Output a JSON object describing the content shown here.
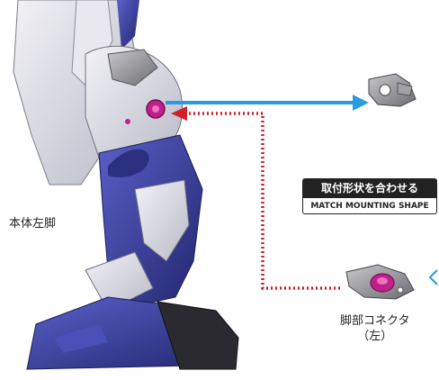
{
  "labels": {
    "body_left_leg": "本体左脚",
    "connector_line1": "脚部コネクタ",
    "connector_line2": "（左）"
  },
  "banner": {
    "title_jp": "取付形状を合わせる",
    "title_en": "MATCH MOUNTING SHAPE"
  },
  "colors": {
    "blue_arrow": "#2a9be0",
    "red_dotted_arrow": "#d31f2a",
    "banner_dark": "#222222",
    "armor_blue": "#3a3f9e",
    "armor_white": "#dcdce4",
    "joint_gray": "#8a8a90",
    "magenta_peg": "#c0208a"
  },
  "icons": {
    "leg": "robot-leg-illustration",
    "part_top": "connector-part-gray",
    "part_bottom": "connector-part-with-magenta-peg"
  }
}
